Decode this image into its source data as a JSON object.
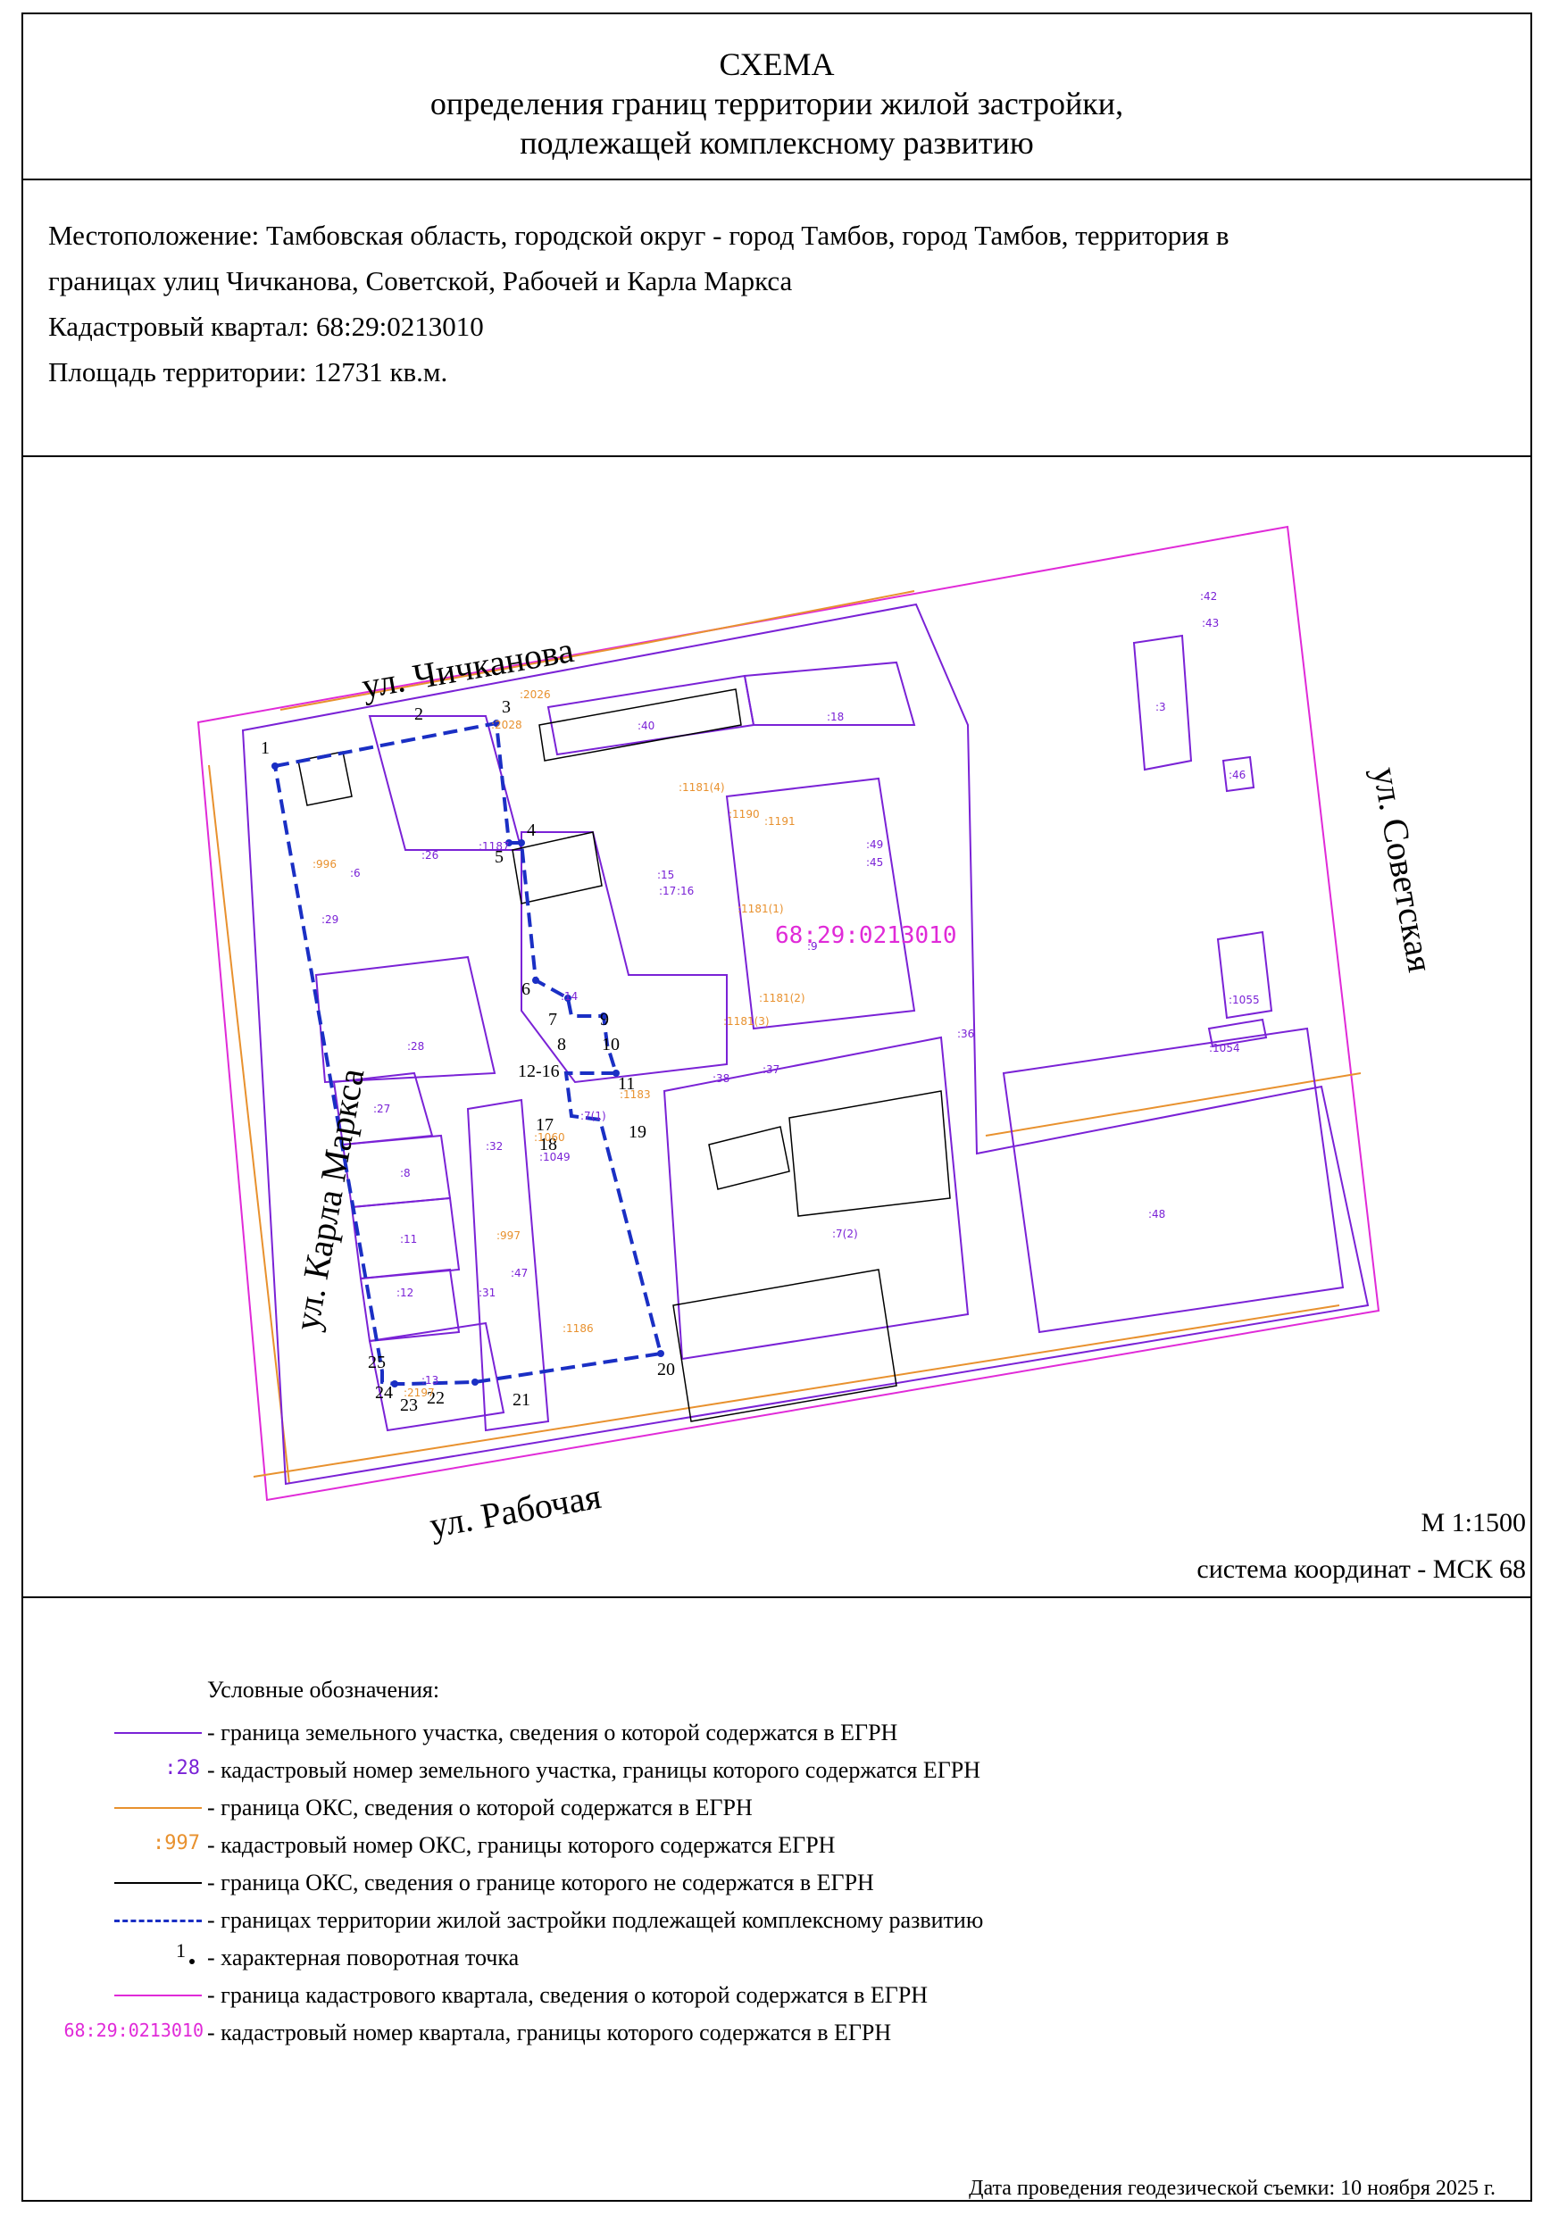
{
  "header": {
    "title": "СХЕМА",
    "line2": "определения границ территории жилой застройки,",
    "line3": "подлежащей комплексному развитию"
  },
  "info": {
    "location": "Местоположение: Тамбовская область, городской округ - город Тамбов, город Тамбов, территория в",
    "location2": "границах улиц  Чичканова, Советской, Рабочей и Карла Маркса",
    "cadastral": "Кадастровый квартал: 68:29:0213010",
    "area": "Площадь территории: 12731 кв.м."
  },
  "map": {
    "streets": {
      "north": "ул. Чичканова",
      "east": "ул. Советская",
      "south": "ул. Рабочая",
      "west": "ул. Карла Маркса"
    },
    "quarter_label": "68:29:0213010",
    "scale": "М 1:1500",
    "crs": "система координат - МСК 68",
    "points": [
      "1",
      "2",
      "3",
      "4",
      "5",
      "6",
      "7",
      "8",
      "9",
      "10",
      "11",
      "12-16",
      "17",
      "18",
      "19",
      "20",
      "21",
      "22",
      "23",
      "24",
      "25"
    ],
    "parcels": [
      ":40",
      ":18",
      ":3",
      ":46",
      ":26",
      ":14",
      ":9",
      ":28",
      ":27",
      ":32",
      ":8",
      ":11",
      ":12",
      ":13",
      ":31",
      ":47",
      ":48",
      ":1055",
      ":1054",
      ":36",
      ":37",
      ":38",
      ":49",
      ":45",
      ":15",
      ":17",
      ":16",
      ":29",
      ":6",
      ":42",
      ":43",
      ":1187",
      ":7(1)",
      ":1049",
      ":7(2)"
    ],
    "oks": [
      ":2026",
      ":2028",
      ":996",
      ":1181(4)",
      ":1190",
      ":1191",
      ":1181(1)",
      ":1181(2)",
      ":1181(3)",
      ":1183",
      ":1060",
      ":997",
      ":1186",
      ":2197"
    ]
  },
  "legend": {
    "title": "Условные обозначения:",
    "items": [
      {
        "sample": "",
        "text": "- граница земельного участка, сведения о которой содержатся в ЕГРН"
      },
      {
        "sample": ":28",
        "text": "- кадастровый номер земельного участка, границы  которого содержатся ЕГРН"
      },
      {
        "sample": "",
        "text": "- граница ОКС, сведения о которой содержатся в ЕГРН"
      },
      {
        "sample": ":997",
        "text": "- кадастровый номер ОКС, границы  которого содержатся ЕГРН"
      },
      {
        "sample": "",
        "text": "- граница ОКС, сведения о границе которого не содержатся в ЕГРН"
      },
      {
        "sample": "",
        "text": "- границах территории жилой застройки подлежащей комплексному развитию"
      },
      {
        "sample": "1",
        "text": "- характерная поворотная точка"
      },
      {
        "sample": "",
        "text": "- граница кадастрового квартала, сведения о которой содержатся в ЕГРН"
      },
      {
        "sample": "68:29:0213010",
        "text": "- кадастровый номер квартала, границы  которого содержатся в ЕГРН"
      }
    ]
  },
  "survey": "Дата проведения геодезической съемки: 10 ноября 2025 г.",
  "colors": {
    "parcel": "#7a22d6",
    "oks": "#e8912e",
    "boundary": "#1a2fc4",
    "quarter": "#e02ad8"
  }
}
